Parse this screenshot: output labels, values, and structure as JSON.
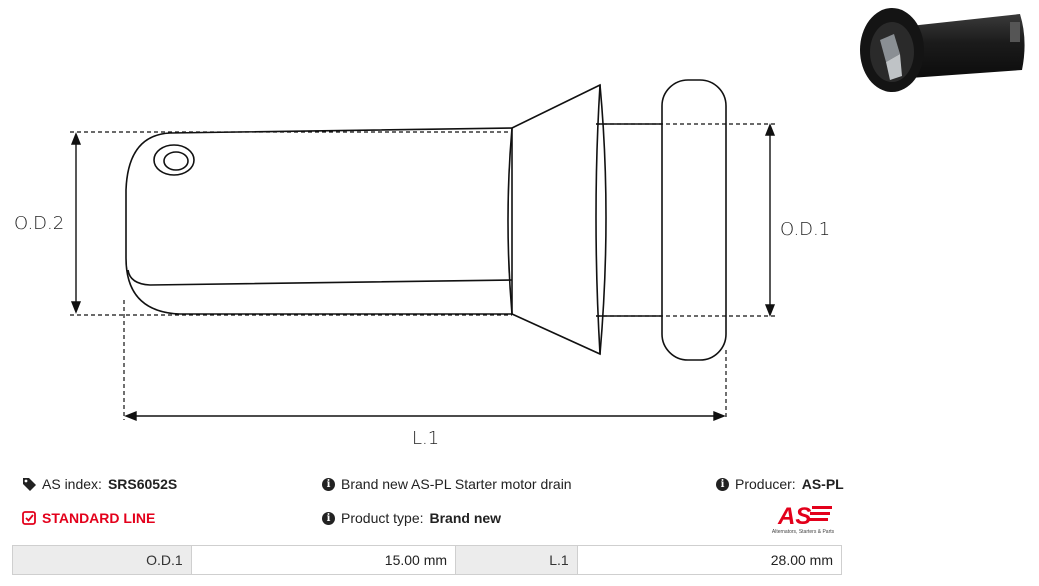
{
  "drawing": {
    "od2_label": "O.D.2",
    "od1_label": "O.D.1",
    "l1_label": "L.1"
  },
  "info": {
    "as_index_label": "AS index:",
    "as_index_value": "SRS6052S",
    "line_label": "STANDARD LINE",
    "description": "Brand new AS-PL Starter motor drain",
    "product_type_label": "Product type:",
    "product_type_value": "Brand new",
    "producer_label": "Producer:",
    "producer_value": "AS-PL"
  },
  "logo": {
    "text": "AS",
    "tagline": "Alternators, Starters & Parts",
    "color": "#e3001b"
  },
  "specs": [
    {
      "key": "O.D.1",
      "value": "15.00 mm"
    },
    {
      "key": "L.1",
      "value": "28.00 mm"
    }
  ],
  "icons": {
    "tags": "tags-icon",
    "check": "check-square-icon",
    "info": "info-circle-icon"
  }
}
